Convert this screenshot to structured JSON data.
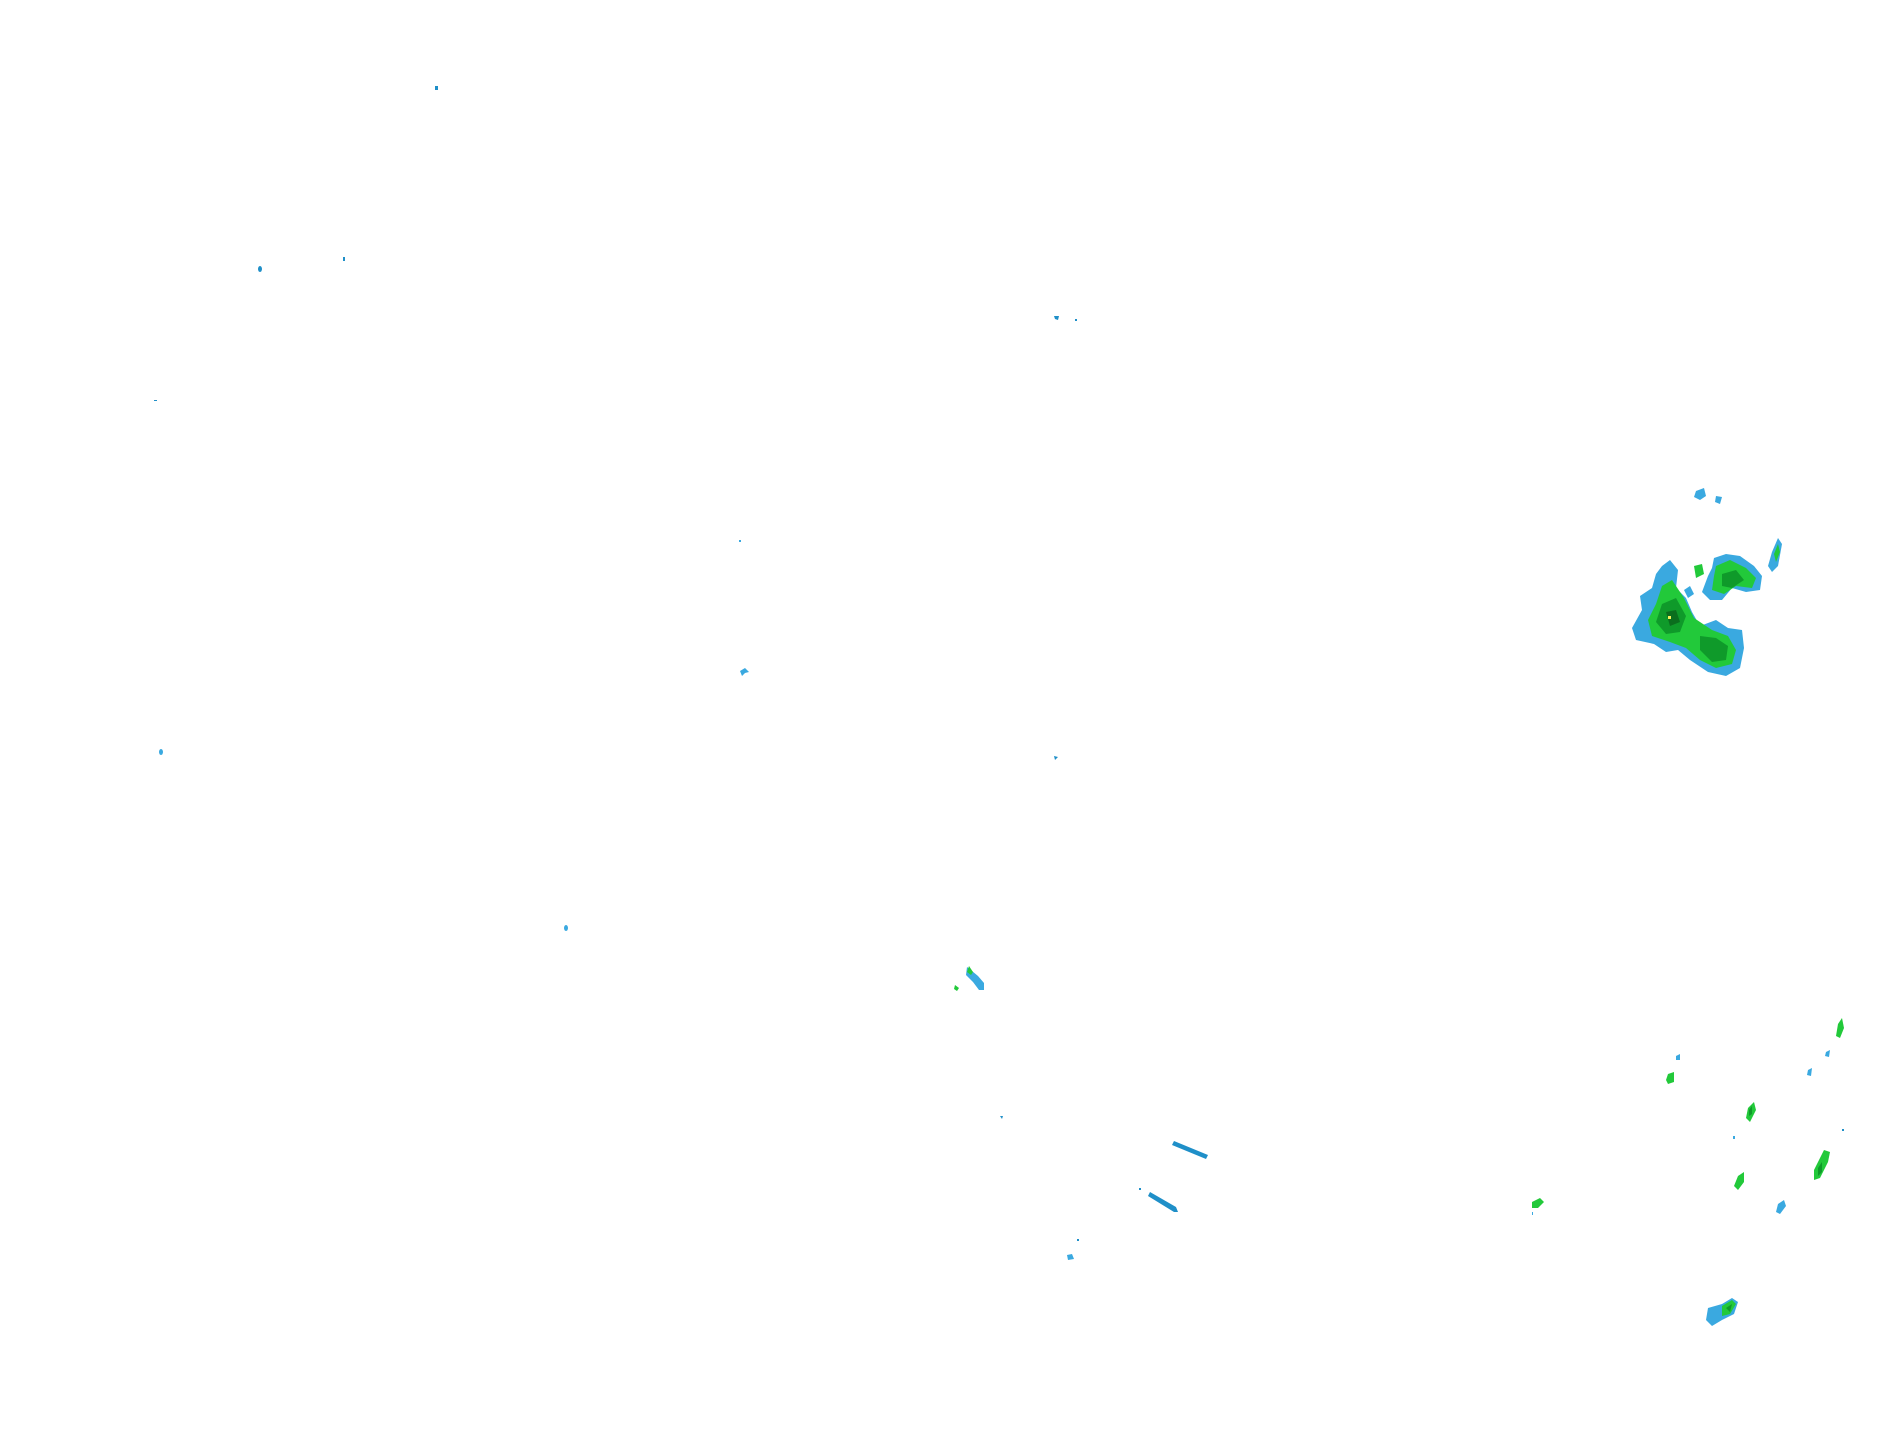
{
  "map": {
    "type": "weather-radar-rainfall-overlay",
    "background_color": "#ffffff",
    "intensity_colors": {
      "light": "#3aa9e0",
      "light_edge": "#1f8fc8",
      "moderate": "#22c93a",
      "moderate_dark": "#0f9a2a",
      "heavy": "#0b6e1e",
      "core": "#f2f25a"
    },
    "echo_groups": [
      "scattered-light-echoes-west",
      "central-light-echoes",
      "northeast-rain-cluster",
      "southeast-shower-cells"
    ]
  }
}
